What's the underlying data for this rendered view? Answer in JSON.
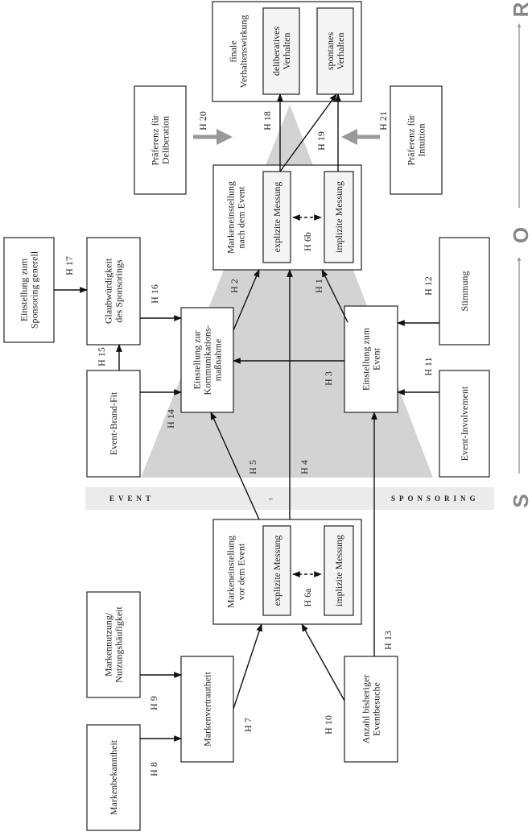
{
  "colors": {
    "triangle": "#d3d3d3",
    "band": "#ebebeb",
    "gray_arrow": "#999999",
    "sor_axis": "#888888"
  },
  "sor": {
    "s": "S",
    "o": "O",
    "r": "R"
  },
  "band": {
    "event": "EVENT",
    "dash": "–",
    "sponsoring": "SPONSORING"
  },
  "boxes": {
    "einstellung_generell": [
      "Einstellung zum",
      "Sponsoring generell"
    ],
    "glaubwuerdigkeit": [
      "Glaubwürdigkeit",
      "des Sponsorings"
    ],
    "event_brand_fit": [
      "Event-Brand-Fit"
    ],
    "kommunikation": [
      "Einstellung zur",
      "Kommunikations-",
      "maßnahme"
    ],
    "einstellung_event": [
      "Einstellung zum",
      "Event"
    ],
    "stimmung": [
      "Stimmung"
    ],
    "event_involvement": [
      "Event-Involvement"
    ],
    "marke_nach": [
      "Markeneinstellung",
      "nach dem Event"
    ],
    "explizit_nach": [
      "explizite Messung"
    ],
    "implizit_nach": [
      "implizite Messung"
    ],
    "marke_vor": [
      "Markeneinstellung",
      "vor dem Event"
    ],
    "explizit_vor": [
      "explizite Messung"
    ],
    "implizit_vor": [
      "implizite Messung"
    ],
    "praeferenz_deliberation": [
      "Präferenz für",
      "Deliberation"
    ],
    "praeferenz_intuition": [
      "Präferenz für",
      "Intuition"
    ],
    "finale": [
      "finale",
      "Verhaltenswirkung"
    ],
    "deliberativ": [
      "deliberatives",
      "Verhalten"
    ],
    "spontan": [
      "spontanes",
      "Verhalten"
    ],
    "markenbekanntheit": [
      "Markenbekanntheit"
    ],
    "markennutzung": [
      "Markennutzung/",
      "Nutzungshäufigkeit"
    ],
    "markenvertrautheit": [
      "Markenvertrautheit"
    ],
    "anzahl_eventbesuche": [
      "Anzahl bisheriger",
      "Eventbesuche"
    ]
  },
  "hypotheses": {
    "h1": "H 1",
    "h2": "H 2",
    "h3": "H 3",
    "h4": "H 4",
    "h5": "H 5",
    "h6a": "H 6a",
    "h6b": "H 6b",
    "h7": "H 7",
    "h8": "H 8",
    "h9": "H 9",
    "h10": "H 10",
    "h11": "H 11",
    "h12": "H 12",
    "h13": "H 13",
    "h14": "H 14",
    "h15": "H 15",
    "h16": "H 16",
    "h17": "H 17",
    "h18": "H 18",
    "h19": "H 19",
    "h20": "H 20",
    "h21": "H 21"
  }
}
